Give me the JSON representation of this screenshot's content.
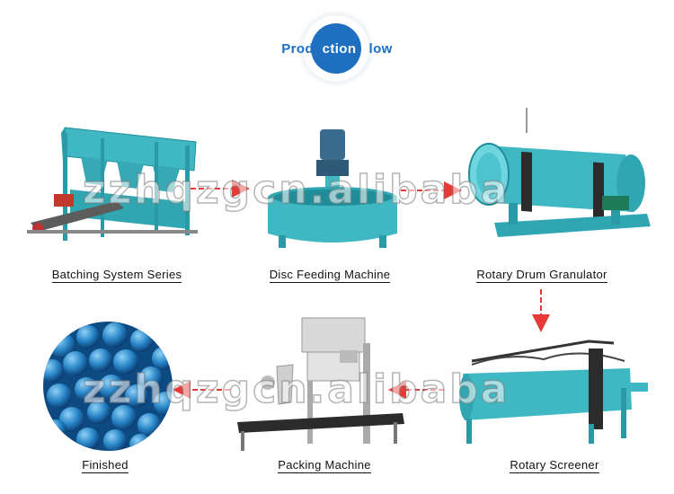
{
  "title": {
    "part1": "Produ",
    "part2": "ction F",
    "part3": "low"
  },
  "watermark": "zzhqzgcn.alibaba",
  "stages": [
    {
      "label": "Batching System Series",
      "icon": "batching-machine-icon"
    },
    {
      "label": "Disc Feeding Machine",
      "icon": "disc-feeder-icon"
    },
    {
      "label": "Rotary Drum Granulator",
      "icon": "rotary-drum-icon"
    },
    {
      "label": "Rotary Screener",
      "icon": "rotary-screener-icon"
    },
    {
      "label": "Packing Machine",
      "icon": "packing-machine-icon"
    },
    {
      "label": "Finished",
      "icon": "fertilizer-granules-icon"
    }
  ],
  "colors": {
    "accent": "#1f6fc0",
    "machine": "#3fb8c4",
    "arrow": "#e53a35",
    "granule": "#2a87c9"
  }
}
